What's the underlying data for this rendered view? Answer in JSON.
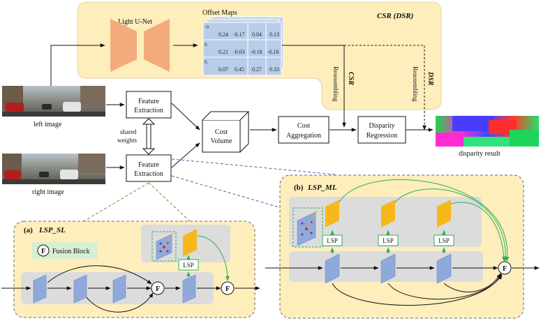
{
  "colors": {
    "panel_fill": "#fdeebc",
    "panel_stroke": "#e8d29a",
    "dashed_panel_stroke": "#6b6b6b",
    "unet_fill": "#f3aa7c",
    "offset_map_fill": "#b9cde9",
    "feature_map_fill": "#8fa9da",
    "feature_map_stroke": "#6f8cc4",
    "gray_strip": "#dcdcdc",
    "lsp_feature_fill": "#f7b81c",
    "green_arrow": "#2dae57",
    "dashed_blue_line": "#4a67a8",
    "dashed_green_line": "#8a7a3a",
    "sample_point_red": "#d62c2c",
    "sample_point_orange": "#f2a23a"
  },
  "top": {
    "csr_dsr_title": "CSR (DSR)",
    "unet_label": "Light  U-Net",
    "offset_maps_label": "Offset Maps",
    "offset_rows": [
      [
        "0.24",
        "-0.17",
        "0.04",
        "0.13"
      ],
      [
        "0.21",
        "-0.03",
        "-0.18",
        "-0.16"
      ],
      [
        "0.07",
        "0.45",
        "0.27",
        "0.33"
      ]
    ],
    "offset_back_labels": [
      "-0.",
      "0.",
      "0."
    ],
    "csr_label": "CSR",
    "dsr_label": "DSR",
    "reassembling": "Reassembling"
  },
  "pipeline": {
    "left_image_label": "left image",
    "right_image_label": "right image",
    "feature_extraction_line1": "Feature",
    "feature_extraction_line2": "Extraction",
    "shared_line1": "shared",
    "shared_line2": "weights",
    "cost_volume_line1": "Cost",
    "cost_volume_line2": "Volume",
    "cost_aggregation_line1": "Cost",
    "cost_aggregation_line2": "Aggregation",
    "disparity_regression_line1": "Disparity",
    "disparity_regression_line2": "Regression",
    "disparity_result_label": "disparity result"
  },
  "lsp_sl": {
    "title_prefix": "(a)",
    "title": "LSP_SL",
    "fusion_symbol": "F",
    "fusion_block_label": "Fusion Block",
    "lsp_label": "LSP"
  },
  "lsp_ml": {
    "title_prefix": "(b)",
    "title": "LSP_ML",
    "lsp_label": "LSP",
    "fusion_symbol": "F"
  }
}
